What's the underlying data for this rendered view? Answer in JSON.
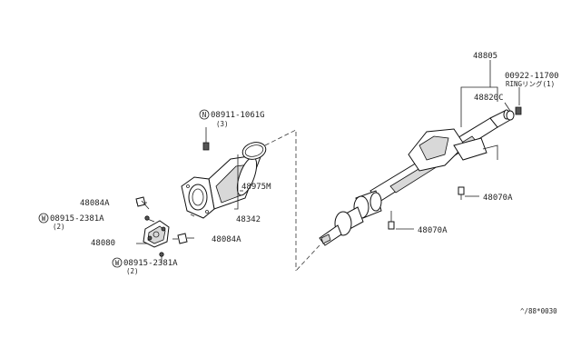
{
  "labels": {
    "p48805": "48805",
    "p00922": "00922-11700",
    "ring": "RINGリング(1)",
    "p48820c": "48820C",
    "p08911": "08911-1061G",
    "p08911_qty": "(3)",
    "p48975m": "48975M",
    "p48342": "48342",
    "p48084a_top": "48084A",
    "p08915_top": "08915-2381A",
    "p08915_top_qty": "(2)",
    "p48080": "48080",
    "p48084a_bottom": "48084A",
    "p08915_bottom": "08915-2381A",
    "p08915_bottom_qty": "(2)",
    "p48070a_right": "48070A",
    "p48070a_bottom": "48070A",
    "footer_code": "^/88*0030"
  },
  "badges": {
    "n_symbol": "N",
    "w_symbol": "W"
  }
}
